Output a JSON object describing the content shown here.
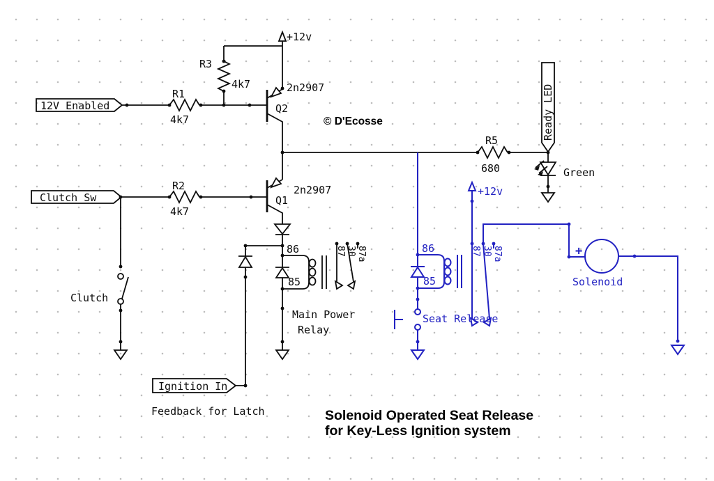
{
  "schematic": {
    "copyright": "© D'Ecosse",
    "title": {
      "line1": "Solenoid Operated Seat Release",
      "line2": "for Key-Less Ignition system"
    },
    "colors": {
      "wire_black": "#0d0d0d",
      "wire_blue": "#2222c2",
      "grid_dot": "#bdbdbd",
      "background": "#ffffff",
      "led_color_name": "Green"
    }
  },
  "power": {
    "main_12v": "+12v",
    "seat_12v": "+12v"
  },
  "flags": {
    "v12_enabled": "12V Enabled",
    "clutch_sw": "Clutch Sw",
    "ignition_in": "Ignition In",
    "ready_led": "Ready LED"
  },
  "resistors": {
    "r1": {
      "name": "R1",
      "value": "4k7"
    },
    "r2": {
      "name": "R2",
      "value": "4k7"
    },
    "r3": {
      "name": "R3",
      "value": "4k7"
    },
    "r5": {
      "name": "R5",
      "value": "680"
    }
  },
  "transistors": {
    "q1": {
      "name": "Q1",
      "part": "2n2907"
    },
    "q2": {
      "name": "Q2",
      "part": "2n2907"
    }
  },
  "relay_main": {
    "pin86": "86",
    "pin85": "85",
    "pin87": "87",
    "pin30": "30",
    "pin87a": "87a",
    "label1": "Main Power",
    "label2": "Relay"
  },
  "relay_seat": {
    "pin86": "86",
    "pin85": "85",
    "pin87": "87",
    "pin30": "30",
    "pin87a": "87a",
    "label": "Seat Release"
  },
  "annotations": {
    "clutch": "Clutch",
    "green": "Green",
    "solenoid": "Solenoid",
    "solenoid_plus": "+",
    "feedback": "Feedback for Latch"
  }
}
